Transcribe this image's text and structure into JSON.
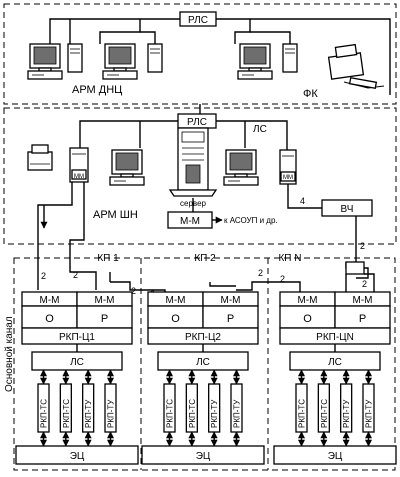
{
  "colors": {
    "ink": "#000000",
    "paper": "#ffffff",
    "screen": "#6e6e6e"
  },
  "top": {
    "rls_top": "РЛС",
    "arm_dnc": "АРМ ДНЦ",
    "fk": "ФК"
  },
  "middle": {
    "rls_mid": "РЛС",
    "ls": "ЛС",
    "server": "сервер",
    "mm_small": "ММ",
    "arm_shn": "АРМ ШН",
    "mm_box": "М-М",
    "asoup": "к АСОУП и др.",
    "vch": "ВЧ",
    "num_4": "4",
    "num_2": "2"
  },
  "channel": {
    "main_channel": "Основной канал"
  },
  "kp": [
    {
      "title": "КП 1",
      "mm_left": "М-М",
      "mm_right": "М-М",
      "o": "О",
      "p": "Р",
      "rkp": "РКП-Ц1",
      "ls": "ЛС",
      "ec": "ЭЦ",
      "modules": [
        "РКП-ТС",
        "РКП-ТС",
        "РКП-ТУ",
        "РКП-ТУ"
      ]
    },
    {
      "title": "КП 2",
      "mm_left": "М-М",
      "mm_right": "М-М",
      "o": "О",
      "p": "Р",
      "rkp": "РКП-Ц2",
      "ls": "ЛС",
      "ec": "ЭЦ",
      "modules": [
        "РКП-ТС",
        "РКП-ТС",
        "РКП-ТУ",
        "РКП-ТУ"
      ]
    },
    {
      "title": "КП N",
      "mm_left": "М-М",
      "mm_right": "М-М",
      "o": "О",
      "p": "Р",
      "rkp": "РКП-ЦN",
      "ls": "ЛС",
      "ec": "ЭЦ",
      "modules": [
        "РКП-ТС",
        "РКП-ТС",
        "РКП-ТУ",
        "РКП-ТУ"
      ]
    }
  ],
  "links": {
    "n2": "2"
  }
}
